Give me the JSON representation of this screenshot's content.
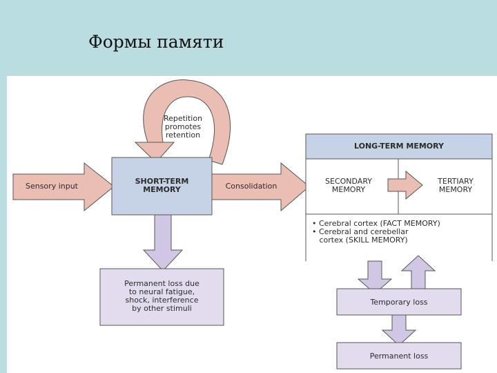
{
  "slide_title": "Формы памяти",
  "diagram": {
    "repetition": "Repetition\npromotes\nretention",
    "sensory_input": "Sensory input",
    "short_term": "SHORT-TERM\nMEMORY",
    "consolidation": "Consolidation",
    "long_term_header": "LONG-TERM MEMORY",
    "secondary": "SECONDARY\nMEMORY",
    "tertiary": "TERTIARY\nMEMORY",
    "cortex_notes": "• Cerebral cortex (FACT MEMORY)\n• Cerebral and cerebellar\n   cortex (SKILL MEMORY)",
    "permanent_loss_stm": "Permanent loss due\nto neural fatigue,\nshock, interference\nby other stimuli",
    "temporary_loss": "Temporary loss",
    "permanent_loss": "Permanent loss"
  },
  "colors": {
    "background": "#b9dde0",
    "short_term_fill": "#c6d3e6",
    "long_term_header_fill": "#c6d3e6",
    "loss_box_fill": "#e2dcee",
    "arrow_fill": "#ebbeb4",
    "down_arrow_fill": "#d1c6e3",
    "outline": "#555555"
  }
}
